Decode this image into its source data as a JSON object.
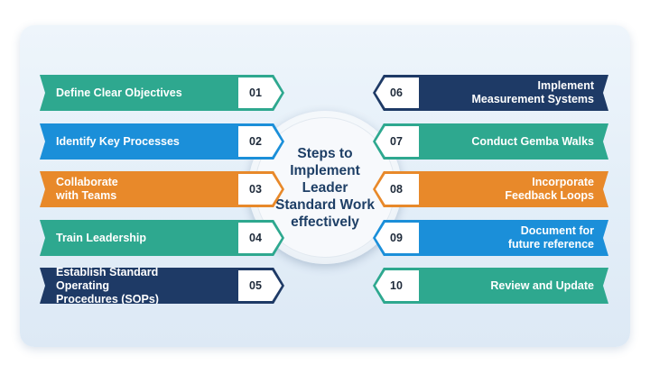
{
  "center": {
    "title": "Steps to\nImplement\nLeader\nStandard Work\neffectively"
  },
  "steps_left": [
    {
      "number": "01",
      "label": "Define Clear Objectives",
      "color": "#2ea88f"
    },
    {
      "number": "02",
      "label": "Identify Key Processes",
      "color": "#1b8fd9"
    },
    {
      "number": "03",
      "label": "Collaborate\nwith Teams",
      "color": "#e8892a"
    },
    {
      "number": "04",
      "label": "Train Leadership",
      "color": "#2ea88f"
    },
    {
      "number": "05",
      "label": "Establish Standard Operating\nProcedures (SOPs)",
      "color": "#1e3a66"
    }
  ],
  "steps_right": [
    {
      "number": "06",
      "label": "Implement\nMeasurement Systems",
      "color": "#1e3a66"
    },
    {
      "number": "07",
      "label": "Conduct Gemba Walks",
      "color": "#2ea88f"
    },
    {
      "number": "08",
      "label": "Incorporate\nFeedback Loops",
      "color": "#e8892a"
    },
    {
      "number": "09",
      "label": "Document for\nfuture reference",
      "color": "#1b8fd9"
    },
    {
      "number": "10",
      "label": "Review and Update",
      "color": "#2ea88f"
    }
  ]
}
